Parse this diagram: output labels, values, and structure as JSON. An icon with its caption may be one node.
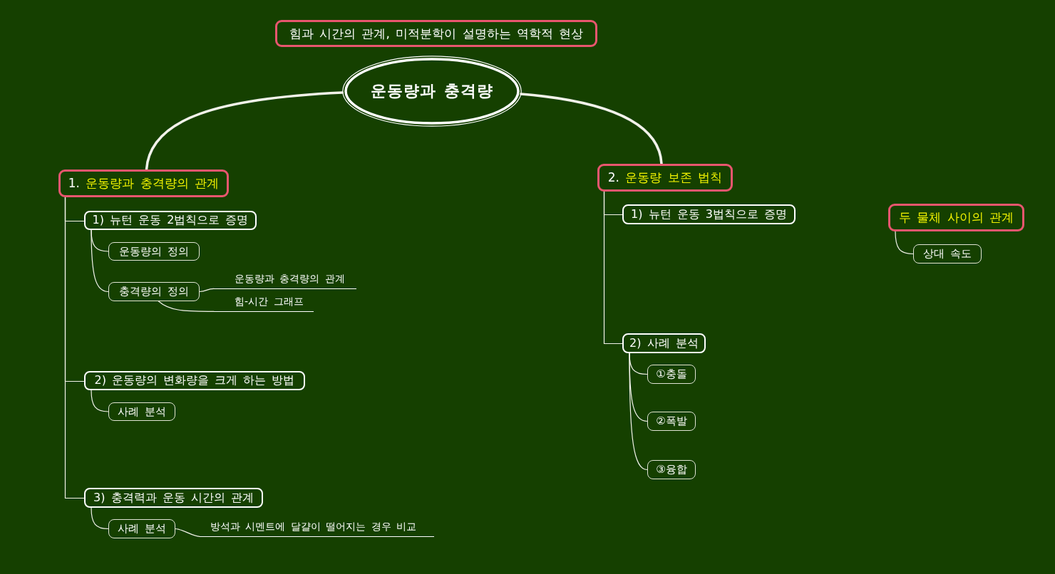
{
  "diagram": {
    "nodes": [
      {
        "text": [
          "힘과 시간의 관계, 미적분학이 설명하는 역학적 현상"
        ]
      },
      {
        "text": [
          "운동량과 충격량"
        ]
      },
      {
        "text": [
          "1. 운동량과 충격량의 관계"
        ]
      },
      {
        "text": [
          "1) 뉴턴 운동 2법칙으로 증명"
        ]
      },
      {
        "text": [
          "운동량의 정의"
        ]
      },
      {
        "text": [
          "충격량의 정의"
        ]
      },
      {
        "text": [
          "운동량과 충격량의 관계"
        ]
      },
      {
        "text": [
          "힘-시간 그래프"
        ]
      },
      {
        "text": [
          "2) 운동량의 변화량을 크게 하는 방법"
        ]
      },
      {
        "text": [
          "사례 분석"
        ]
      },
      {
        "text": [
          "3) 충격력과 운동 시간의 관계"
        ]
      },
      {
        "text": [
          "사례 분석"
        ]
      },
      {
        "text": [
          "방석과 시멘트에 달걀이 떨어지는 경우 비교"
        ]
      },
      {
        "text": [
          "2. 운동량 보존 법칙"
        ]
      },
      {
        "text": [
          "1) 뉴턴 운동 3법칙으로 증명"
        ]
      },
      {
        "text": [
          "2) 사례 분석"
        ]
      },
      {
        "text": [
          "①충돌"
        ]
      },
      {
        "text": [
          "②폭발"
        ]
      },
      {
        "text": [
          "③융합"
        ]
      },
      {
        "text": [
          "두 물체 사이의 관계"
        ]
      },
      {
        "text": [
          "상대 속도"
        ]
      }
    ],
    "edges": [
      {
        "from": 1,
        "to": 2,
        "arrow": "none",
        "style": "thick"
      },
      {
        "from": 1,
        "to": 13,
        "arrow": "none",
        "style": "thick"
      },
      {
        "from": 2,
        "to": 3,
        "arrow": "none"
      },
      {
        "from": 2,
        "to": 8,
        "arrow": "none"
      },
      {
        "from": 2,
        "to": 10,
        "arrow": "none"
      },
      {
        "from": 3,
        "to": 4,
        "arrow": "none"
      },
      {
        "from": 3,
        "to": 5,
        "arrow": "none"
      },
      {
        "from": 5,
        "to": 6,
        "arrow": "none"
      },
      {
        "from": 5,
        "to": 7,
        "arrow": "none"
      },
      {
        "from": 8,
        "to": 9,
        "arrow": "none"
      },
      {
        "from": 10,
        "to": 11,
        "arrow": "none"
      },
      {
        "from": 11,
        "to": 12,
        "arrow": "none"
      },
      {
        "from": 13,
        "to": 14,
        "arrow": "none"
      },
      {
        "from": 13,
        "to": 15,
        "arrow": "none"
      },
      {
        "from": 15,
        "to": 16,
        "arrow": "none"
      },
      {
        "from": 15,
        "to": 17,
        "arrow": "none"
      },
      {
        "from": 15,
        "to": 18,
        "arrow": "none"
      },
      {
        "from": 19,
        "to": 20,
        "arrow": "none"
      }
    ]
  }
}
